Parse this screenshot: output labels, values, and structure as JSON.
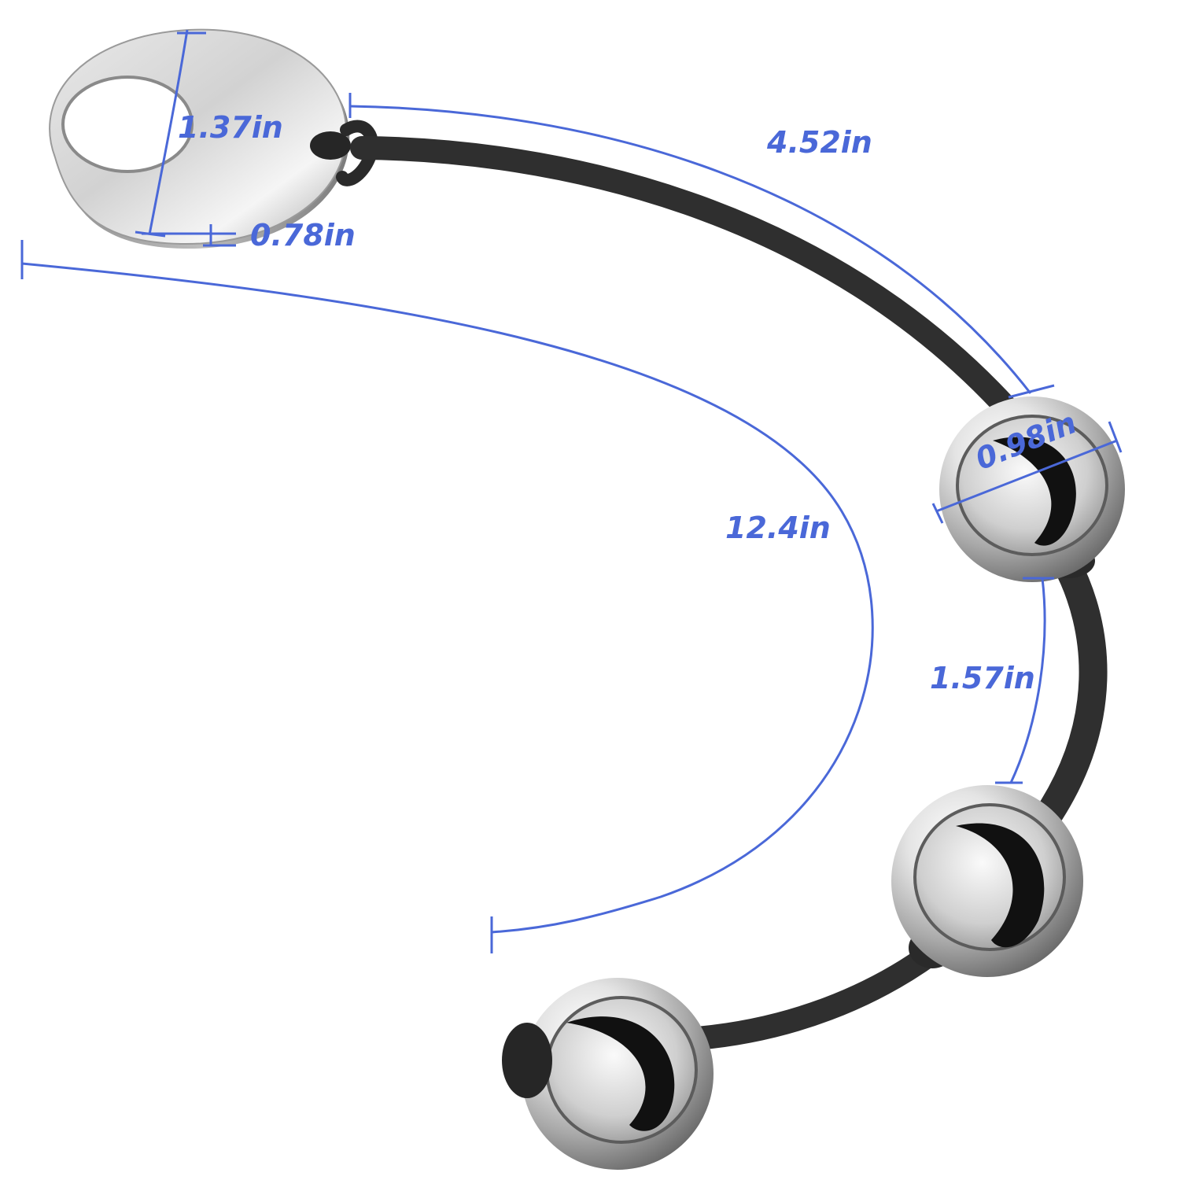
{
  "colors": {
    "dimension": "#4a68d8",
    "metal_light": "#f4f4f4",
    "metal_mid": "#b9b9b9",
    "metal_dark": "#6e6e6e",
    "silicone": "#2f2f2f",
    "background": "#ffffff"
  },
  "dimensions": {
    "handle_height": "1.37in",
    "handle_thickness": "0.78in",
    "cord_length": "4.52in",
    "bead_diameter": "0.98in",
    "total_length": "12.4in",
    "bead_spacing": "1.57in"
  }
}
